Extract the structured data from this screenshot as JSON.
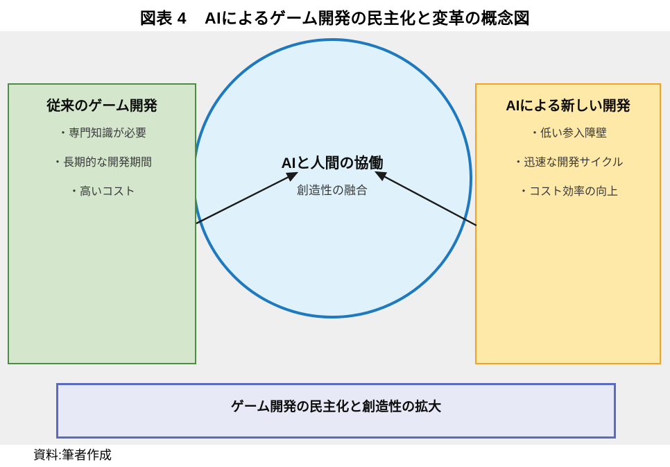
{
  "page": {
    "figure_label": "図表 4",
    "figure_title": "AIによるゲーム開発の民主化と変革の概念図",
    "source_note": "資料:筆者作成"
  },
  "diagram": {
    "left_box": {
      "title": "従来のゲーム開発",
      "items": [
        "・専門知識が必要",
        "・長期的な開発期間",
        "・高いコスト"
      ],
      "fill_color": "#d4e7cd",
      "border_color": "#4e8b45"
    },
    "right_box": {
      "title": "AIによる新しい開発",
      "items": [
        "・低い参入障壁",
        "・迅速な開発サイクル",
        "・コスト効率の向上"
      ],
      "fill_color": "#ffe9a8",
      "border_color": "#f2a227"
    },
    "center_circle": {
      "title": "AIと人間の協働",
      "subtitle": "創造性の融合",
      "fill_color": "#dff2fb",
      "border_color": "#1e79be"
    },
    "bottom_box": {
      "label": "ゲーム開発の民主化と創造性の拡大",
      "fill_color": "#e7e9f7",
      "border_color": "#5b6bc0"
    },
    "arrow_color": "#1a1a1a",
    "canvas_color": "#efeff0"
  }
}
